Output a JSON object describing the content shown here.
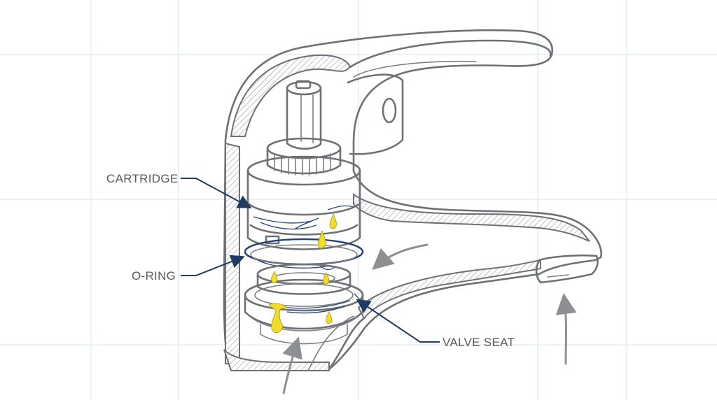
{
  "labels": {
    "cartridge": "CARTRIDGE",
    "o_ring": "O-RING",
    "valve_seat": "VALVE SEAT"
  },
  "colors": {
    "leader_line": "#1f3b63",
    "drips": "#f2dc2a",
    "grid": "#d6e4ee",
    "outline": "#6d7175"
  }
}
